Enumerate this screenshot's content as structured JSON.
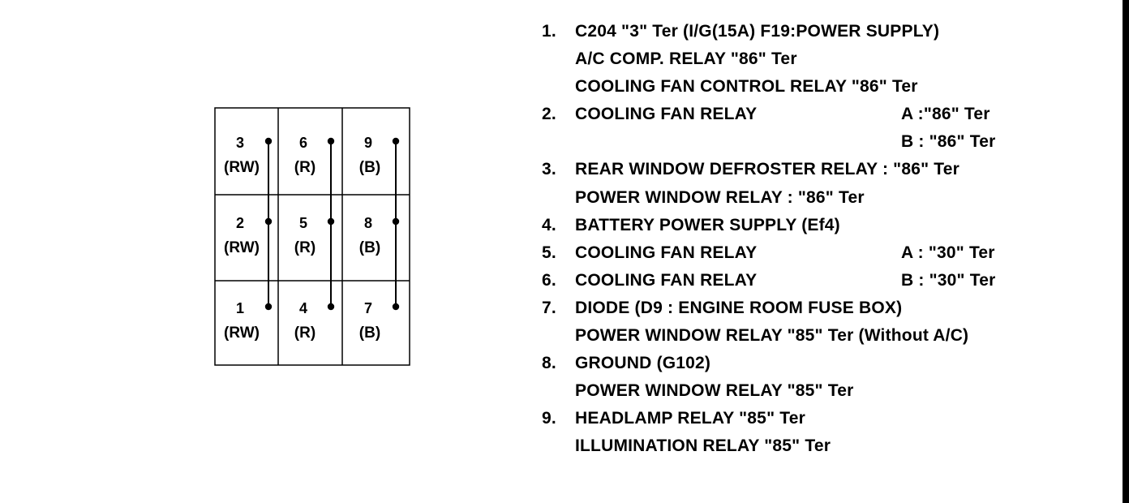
{
  "connector": {
    "cells": [
      {
        "pin": "3",
        "wire": "(RW)"
      },
      {
        "pin": "6",
        "wire": "(R)"
      },
      {
        "pin": "9",
        "wire": "(B)"
      },
      {
        "pin": "2",
        "wire": "(RW)"
      },
      {
        "pin": "5",
        "wire": "(R)"
      },
      {
        "pin": "8",
        "wire": "(B)"
      },
      {
        "pin": "1",
        "wire": "(RW)"
      },
      {
        "pin": "4",
        "wire": "(R)"
      },
      {
        "pin": "7",
        "wire": "(B)"
      }
    ]
  },
  "pins": [
    {
      "num": "1.",
      "lines": [
        "C204 \"3\" Ter (I/G(15A) F19:POWER SUPPLY)",
        "A/C COMP. RELAY \"86\" Ter",
        "COOLING FAN CONTROL RELAY \"86\" Ter"
      ]
    },
    {
      "num": "2.",
      "lines": [
        "COOLING FAN RELAY"
      ],
      "subs": [
        "A :\"86\" Ter",
        "B : \"86\" Ter"
      ]
    },
    {
      "num": "3.",
      "lines": [
        "REAR WINDOW DEFROSTER RELAY : \"86\" Ter",
        "POWER WINDOW RELAY : \"86\" Ter"
      ]
    },
    {
      "num": "4.",
      "lines": [
        "BATTERY POWER SUPPLY (Ef4)"
      ]
    },
    {
      "num": "5.",
      "lines": [
        "COOLING FAN RELAY"
      ],
      "subs": [
        "A : \"30\" Ter"
      ]
    },
    {
      "num": "6.",
      "lines": [
        "COOLING FAN RELAY"
      ],
      "subs": [
        "B : \"30\" Ter"
      ]
    },
    {
      "num": "7.",
      "lines": [
        "DIODE (D9 : ENGINE ROOM FUSE BOX)",
        "POWER WINDOW RELAY \"85\" Ter (Without A/C)"
      ]
    },
    {
      "num": "8.",
      "lines": [
        "GROUND (G102)",
        "POWER WINDOW RELAY \"85\" Ter"
      ]
    },
    {
      "num": "9.",
      "lines": [
        "HEADLAMP RELAY \"85\" Ter",
        "ILLUMINATION RELAY \"85\" Ter"
      ]
    }
  ]
}
